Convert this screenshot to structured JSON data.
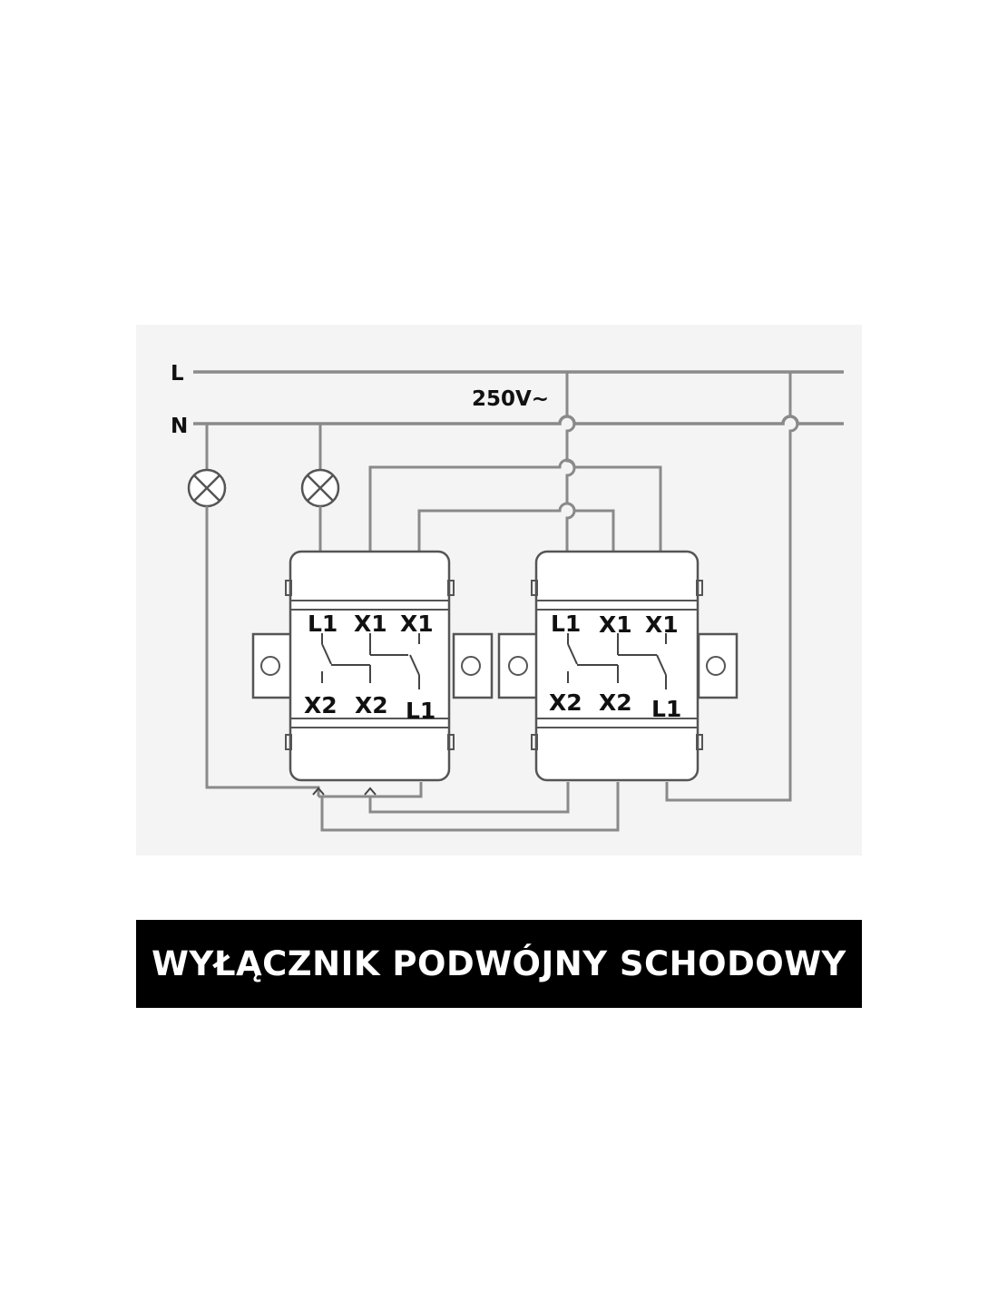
{
  "lines": {
    "live": "L",
    "neutral": "N",
    "voltage": "250V~"
  },
  "switches": [
    {
      "top_labels": [
        "L1",
        "X1",
        "X1"
      ],
      "bottom_labels": [
        "X2",
        "X2",
        "L1"
      ]
    },
    {
      "top_labels": [
        "L1",
        "X1",
        "X1"
      ],
      "bottom_labels": [
        "X2",
        "X2",
        "L1"
      ]
    }
  ],
  "title": "WYŁĄCZNIK PODWÓJNY SCHODOWY"
}
